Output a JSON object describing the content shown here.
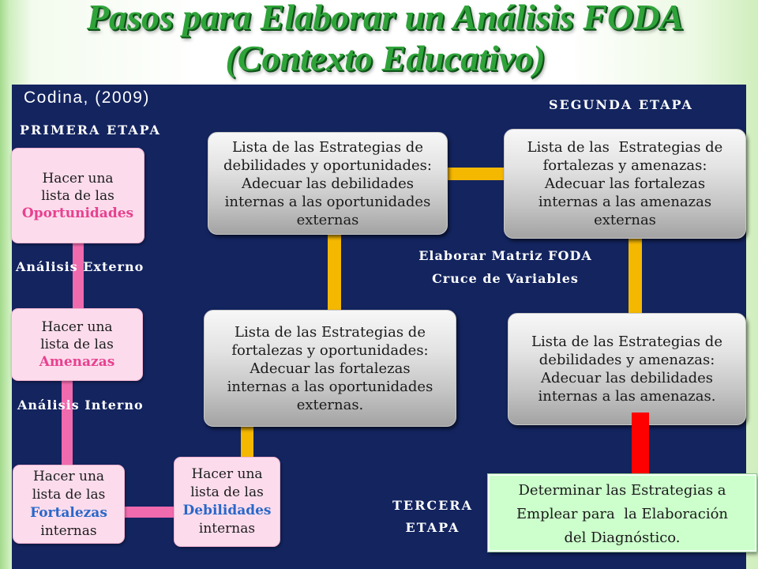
{
  "title": {
    "line1": "Pasos para Elaborar un Análisis FODA",
    "line2": "(Contexto Educativo)"
  },
  "citation": "Codina, (2009)",
  "stage_labels": {
    "first": "PRIMERA ETAPA",
    "second": "SEGUNDA ETAPA",
    "third": "TERCERA ETAPA"
  },
  "analysis_labels": {
    "external": "Análisis Externo",
    "internal": "Análisis Interno"
  },
  "matrix_label": {
    "line1": "Elaborar Matriz FODA",
    "line2": "Cruce de Variables"
  },
  "lists": {
    "opportunities": {
      "lines": [
        "Hacer una",
        "lista de las"
      ],
      "highlight": "Oportunidades"
    },
    "threats": {
      "lines": [
        "Hacer una",
        "lista de las"
      ],
      "highlight": "Amenazas"
    },
    "strengths": {
      "lines": [
        "Hacer una",
        "lista de las"
      ],
      "highlight": "Fortalezas",
      "suffix": "internas"
    },
    "weaknesses": {
      "lines": [
        "Hacer una",
        "lista de las"
      ],
      "highlight": "Debilidades",
      "suffix": "internas"
    }
  },
  "strategies": {
    "do": {
      "lines": [
        "Lista de las Estrategias de",
        "debilidades y oportunidades:",
        "Adecuar las debilidades",
        "internas a las oportunidades",
        "externas"
      ]
    },
    "fa": {
      "lines": [
        "Lista de las  Estrategias de",
        "fortalezas y amenazas:",
        "Adecuar las fortalezas",
        "internas a las amenazas",
        "externas"
      ]
    },
    "fo": {
      "lines": [
        "Lista de las Estrategias de",
        "fortalezas y oportunidades:",
        "Adecuar las fortalezas",
        "internas a las oportunidades",
        "externas."
      ]
    },
    "da": {
      "lines": [
        "Lista de las Estrategias de",
        "debilidades y amenazas:",
        "Adecuar las debilidades",
        "internas a las amenazas."
      ]
    }
  },
  "diagnosis": {
    "lines": [
      "Determinar las Estrategias a",
      "Emplear para  la Elaboración",
      "del Diagnóstico."
    ]
  },
  "colors": {
    "navy": "#13245f",
    "title_green": "#2fa33a",
    "highlight_pink": "#e8408f",
    "highlight_blue": "#2a67c9",
    "connector_pink": "#f06aae",
    "connector_yellow": "#f5b800",
    "connector_red": "#ff0000",
    "diagnosis_fill": "#ccffcc",
    "list_box_fill": "#fcdcec"
  }
}
